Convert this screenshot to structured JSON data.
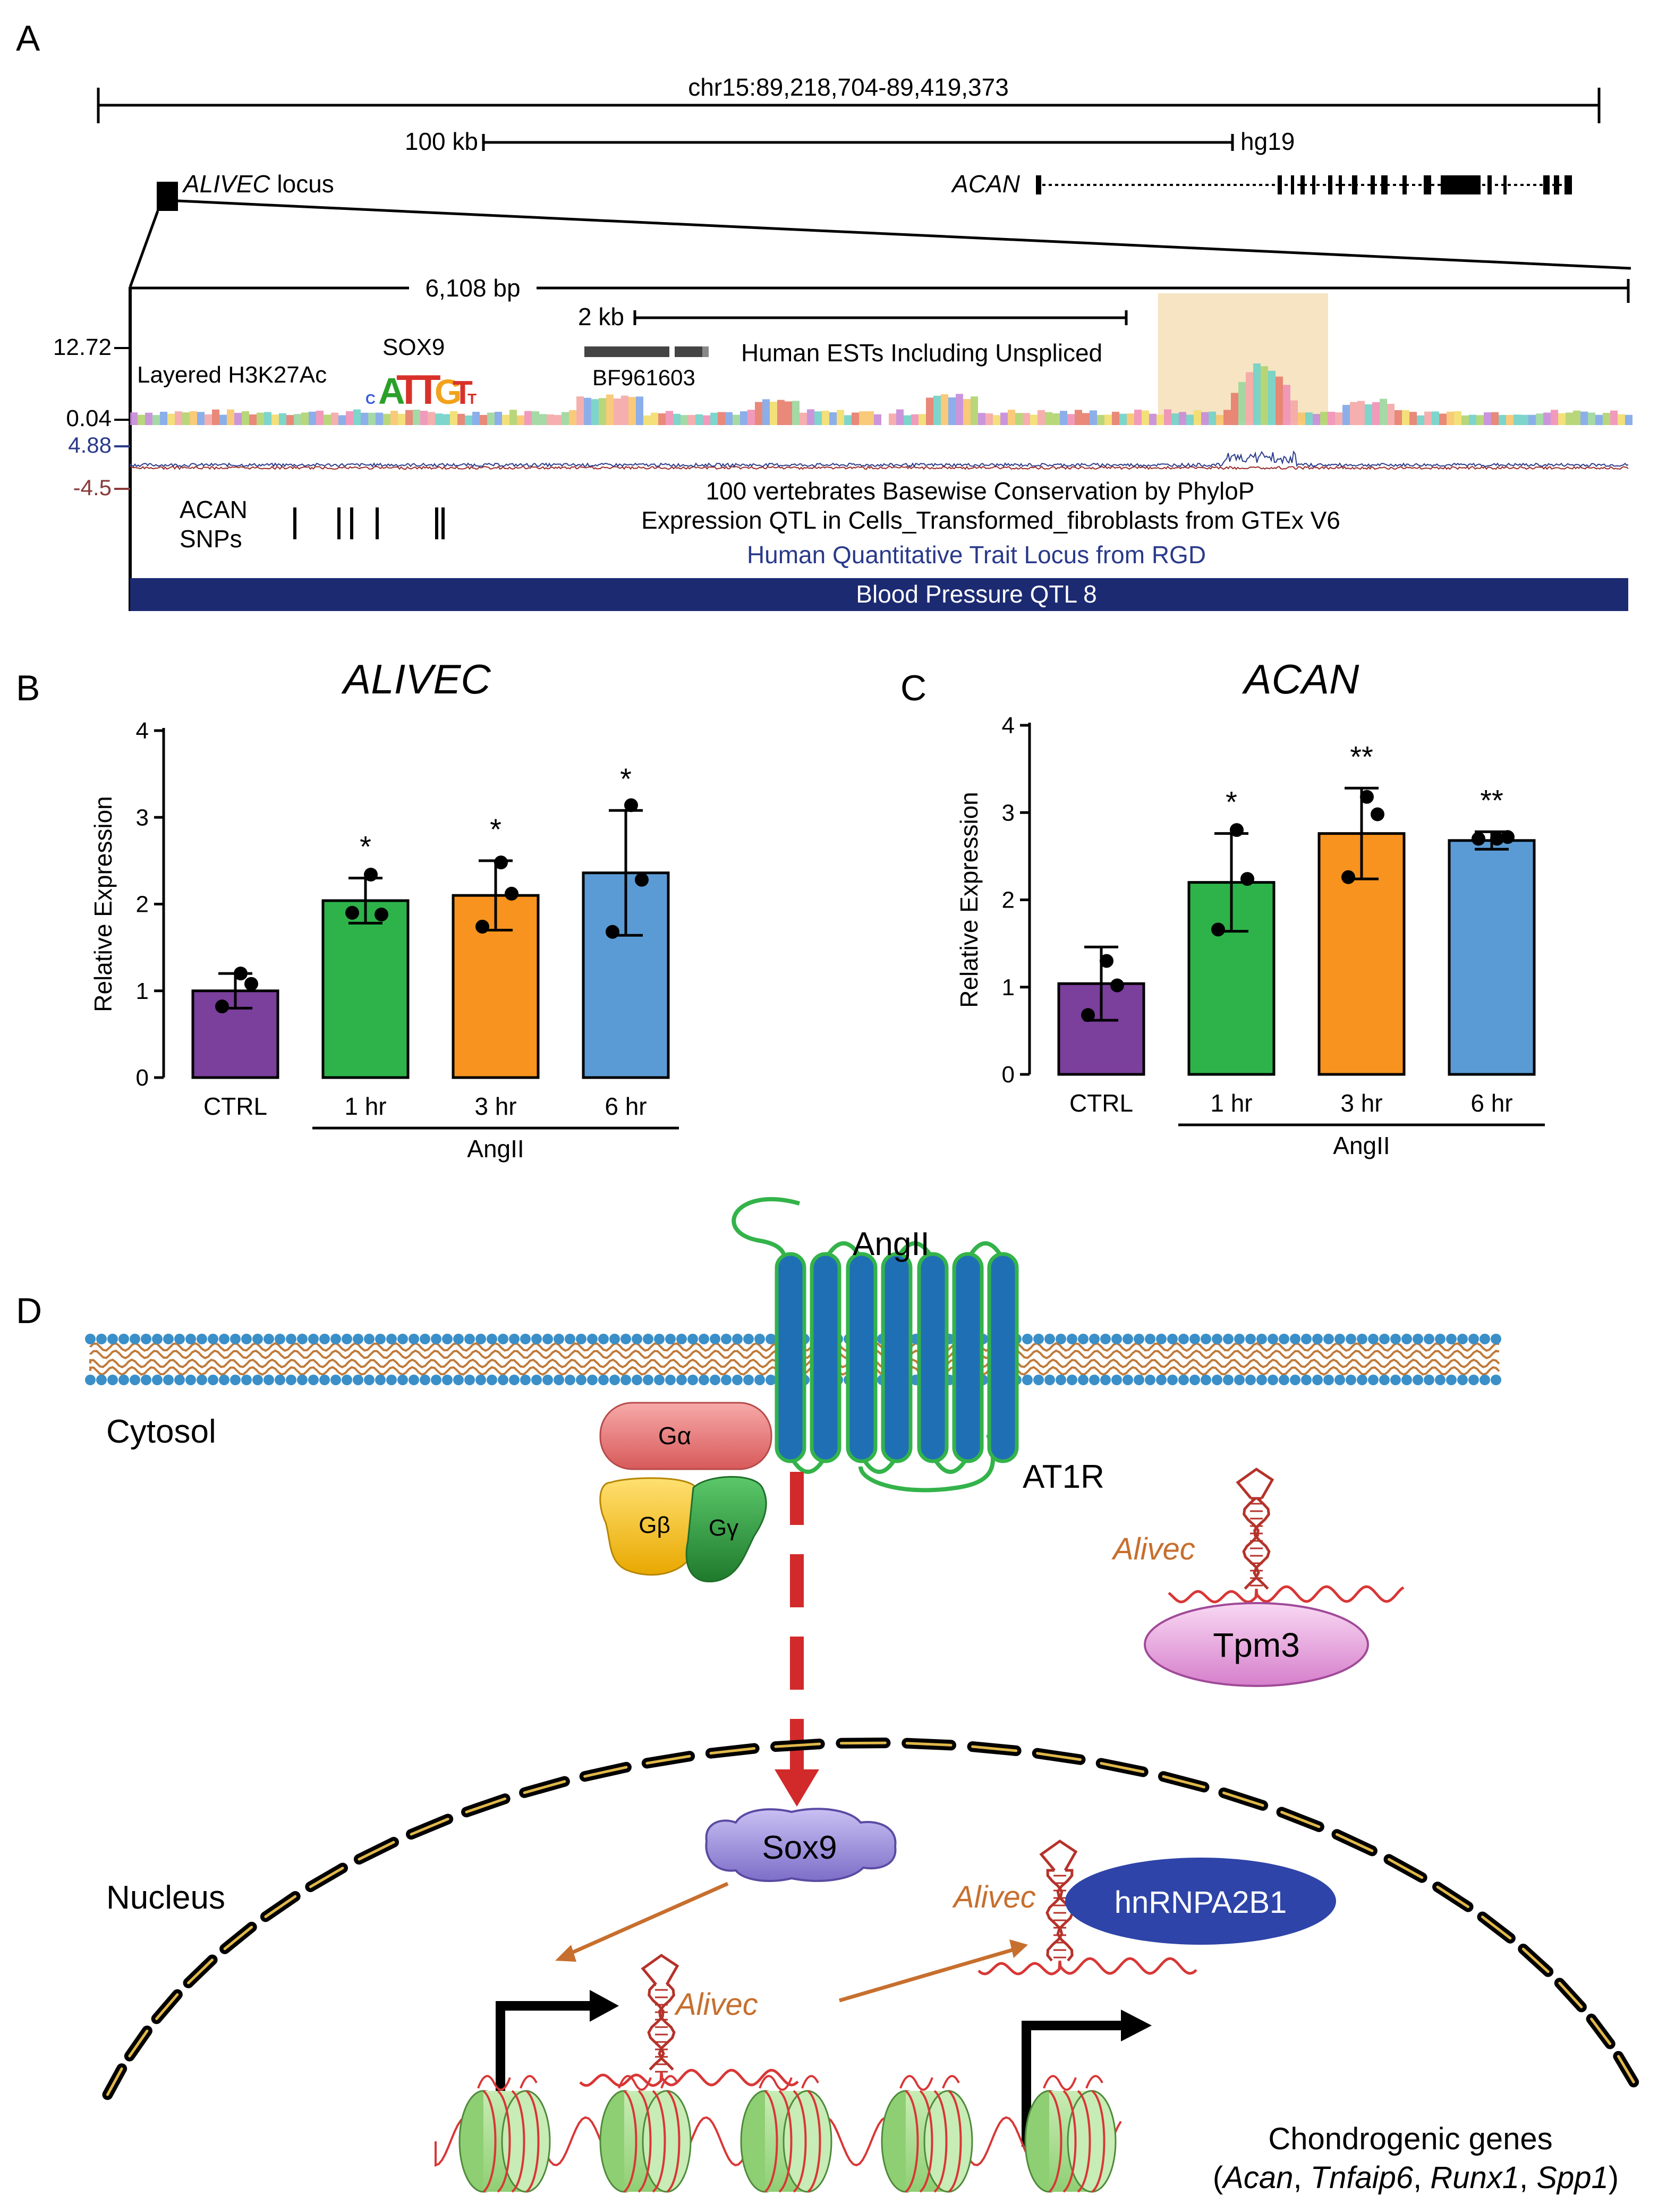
{
  "panel_labels": {
    "a": "A",
    "b": "B",
    "c": "C",
    "d": "D"
  },
  "panel_a": {
    "coords": "chr15:89,218,704-89,419,373",
    "scale_label": "100 kb",
    "assembly": "hg19",
    "locus_label": "ALIVEC",
    "locus_suffix": " locus",
    "gene_label": "ACAN",
    "zoom_span": "6,108 bp",
    "zoom_scale": "2 kb",
    "h3k27ac_label": "Layered H3K27Ac",
    "h3k27ac_max": "12.72",
    "h3k27ac_min": "0.04",
    "motif_label": "SOX9",
    "motif_letters": [
      "C",
      "A",
      "T",
      "T",
      "G",
      "T",
      "T"
    ],
    "est_id": "BF961603",
    "est_label": "Human ESTs Including Unspliced",
    "phylop_max": "4.88",
    "phylop_min": "-4.5",
    "phylop_label": "100 vertebrates Basewise Conservation by PhyloP",
    "eqtl_label": "Expression QTL in Cells_Transformed_fibroblasts from GTEx V6",
    "snp_label_1": "ACAN",
    "snp_label_2": "SNPs",
    "qtl_label": "Human Quantitative Trait Locus from RGD",
    "bp_qtl": "Blood Pressure QTL 8",
    "colors": {
      "qtl_bar": "#1c2a72",
      "phylop_pos": "#2a3a8a",
      "phylop_neg": "#9a2a2a",
      "highlight": "#f6e4c2"
    }
  },
  "chart_data": [
    {
      "type": "bar",
      "title": "ALIVEC",
      "ylabel": "Relative Expression",
      "ylim": [
        0,
        4
      ],
      "yticks": [
        "0",
        "1",
        "2",
        "3",
        "4"
      ],
      "categories": [
        "CTRL",
        "1 hr",
        "3 hr",
        "6 hr"
      ],
      "group_label": "AngII",
      "values": [
        1.0,
        2.04,
        2.1,
        2.36
      ],
      "errors": [
        0.2,
        0.26,
        0.4,
        0.72
      ],
      "points": [
        [
          1.2,
          1.08,
          0.82
        ],
        [
          2.34,
          1.88,
          1.9
        ],
        [
          2.48,
          2.12,
          1.74
        ],
        [
          3.14,
          2.28,
          1.68
        ]
      ],
      "significance": [
        "",
        "*",
        "*",
        "*"
      ],
      "colors": [
        "#7b3f9c",
        "#2db34a",
        "#f7931e",
        "#5b9bd5"
      ]
    },
    {
      "type": "bar",
      "title": "ACAN",
      "ylabel": "Relative Expression",
      "ylim": [
        0,
        4
      ],
      "yticks": [
        "0",
        "1",
        "2",
        "3",
        "4"
      ],
      "categories": [
        "CTRL",
        "1 hr",
        "3 hr",
        "6 hr"
      ],
      "group_label": "AngII",
      "values": [
        1.04,
        2.2,
        2.76,
        2.68
      ],
      "errors": [
        0.42,
        0.56,
        0.52,
        0.1
      ],
      "points": [
        [
          1.3,
          1.02,
          0.68
        ],
        [
          2.8,
          2.24,
          1.66
        ],
        [
          3.18,
          2.98,
          2.26
        ],
        [
          2.7,
          2.72,
          2.7
        ]
      ],
      "significance": [
        "",
        "*",
        "**",
        "**"
      ],
      "colors": [
        "#7b3f9c",
        "#2db34a",
        "#f7931e",
        "#5b9bd5"
      ]
    }
  ],
  "panel_d": {
    "angii": "AngII",
    "at1r": "AT1R",
    "cytosol": "Cytosol",
    "nucleus": "Nucleus",
    "g_alpha": "Gα",
    "g_beta": "Gβ",
    "g_gamma": "Gγ",
    "alivec": "Alivec",
    "tpm3": "Tpm3",
    "sox9": "Sox9",
    "hnrnpa2b1": "hnRNPA2B1",
    "chondro_title": "Chondrogenic genes",
    "chondro_open": "(",
    "chondro_genes": [
      "Acan",
      "Tnfaip6",
      "Runx1",
      "Spp1"
    ],
    "chondro_sep": ", ",
    "chondro_close": ")",
    "colors": {
      "receptor_fill": "#1f6fb5",
      "receptor_edge": "#33b34a",
      "membrane_head": "#3a8fc8",
      "g_alpha": "#ee7d7d",
      "g_beta": "#f6c418",
      "g_gamma": "#2e9a3c",
      "arrow": "#d22a2a",
      "alivec_text": "#c76f2e",
      "tpm3": "#e9a3df",
      "sox9": "#9d8fd8",
      "hnrnp": "#2e44a8",
      "nucleosome": "#a6dc8f",
      "dna": "#d93636",
      "envelope_inner": "#e0b84a"
    }
  }
}
